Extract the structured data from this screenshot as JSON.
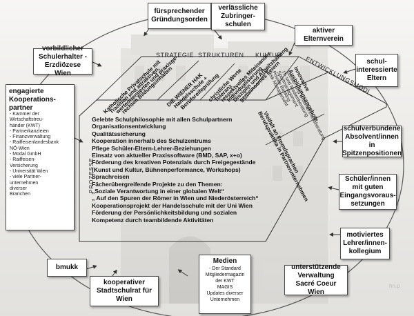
{
  "outer_boxes": {
    "fuersprechender": "fürsprechender Gründungsorden",
    "zubringer": "verlässliche Zubringer-schulen",
    "elternverein": "aktiver Elternverein",
    "schulhalter": "vorbildlicher Schulerhalter - Erzdiözese Wien",
    "schulinteressierte": "schul-interessierte Eltern",
    "absolventen": "schulverbundene Absolvent/innen in Spitzenpositionen",
    "schueler": "Schüler/innen mit guten Eingangsvoraus-setzungen",
    "lehrer": "motiviertes Lehrer/innen-kollegium",
    "verwaltung": "unterstützende Verwaltung Sacré Coeur Wien",
    "stadtschulrat": "kooperativer Stadtschulrat für Wien",
    "bmukk": "bmukk"
  },
  "kooperation": {
    "title": "engagierte Kooperations-partner",
    "items": [
      "- Kammer der",
      "  Wirtschaftstreu-",
      "  händer (KWT)",
      "- Partnerkanzleien",
      "- Finanzverwaltung",
      "- Raiffeisenlandesbank",
      "  NÖ-Wien",
      "- Modal GmbH",
      "- Raiffeisen-",
      "  Versicherung",
      "- Universität Wien",
      "- viele Partner-",
      "  unternehmen",
      "  diverser",
      "  Branchen"
    ]
  },
  "medien": {
    "title": "Medien",
    "items": [
      "- Der Standard",
      "Mitgliedermagazin",
      "der KWT",
      "MAGIS",
      "Updates diverser",
      "Unternehmen"
    ]
  },
  "headers": {
    "strategie": "STRATEGIE",
    "strukturen": "STRUKTUREN",
    "kultur": "KULTUR",
    "entwicklung": "ENTWICKLUNGSMODI",
    "prozesse": "PROZESSE"
  },
  "strategie_items": [
    "Katholische Privatschule mit",
    "Tradition und attraktiven,",
    "werteorientierten und praxisge-",
    "rechten Bildungsinhalten"
  ],
  "strukturen_items": [
    "DIE WIENER HAK",
    "Handelsschule +",
    "Berufsreifeprüfung"
  ],
  "kultur_items": [
    "christliche Werte",
    "Toleranz",
    "respektvolles Miteinander",
    "Individualisierung",
    "Disziplin und Arbeitshaltung",
    "gemeinsames Feiern"
  ],
  "entwicklung_title": "innovative Ausbildungsangebote",
  "entwicklung_items": [
    "Steuer- und Unternehmensberatung",
    "IT- und Medienberatung",
    "Sportmanagement",
    "Private Banking",
    "Risk Management"
  ],
  "lower_diag": [
    "Vielfalt an Fremdsprachen",
    "Berufspraktika in Partnerunternehmen"
  ],
  "prozesse_items": [
    "Gelebte Schulphilosophie mit allen Schulpartnern",
    "Organisationsentwicklung",
    "Qualitätssicherung",
    "Kooperation innerhalb des Schulzentrums",
    "Pflege Schüler-Eltern-Lehrer-Beziehungen",
    "Einsatz von aktueller Praxissoftware (BMD, SAP, x+o)",
    "Förderung des kreativen Potenzials durch Freigegestände",
    "(Kunst und Kultur, Bühnenperformance, Workshops)",
    "Sprachreisen",
    "Fächerübergreifende Projekte  zu den Themen:",
    "„Soziale Verantwortung in einer globalen Welt“",
    "„ Auf den Spuren der Römer in Wien und Niederösterreich“",
    "Kooperationsprojekt der Handelsschule mit der Uni Wien",
    "Förderung der Persönlichkeitsbildung und sozialen",
    "Kompetenz durch teambildende Aktivitäten"
  ],
  "watermark": "hn.p"
}
